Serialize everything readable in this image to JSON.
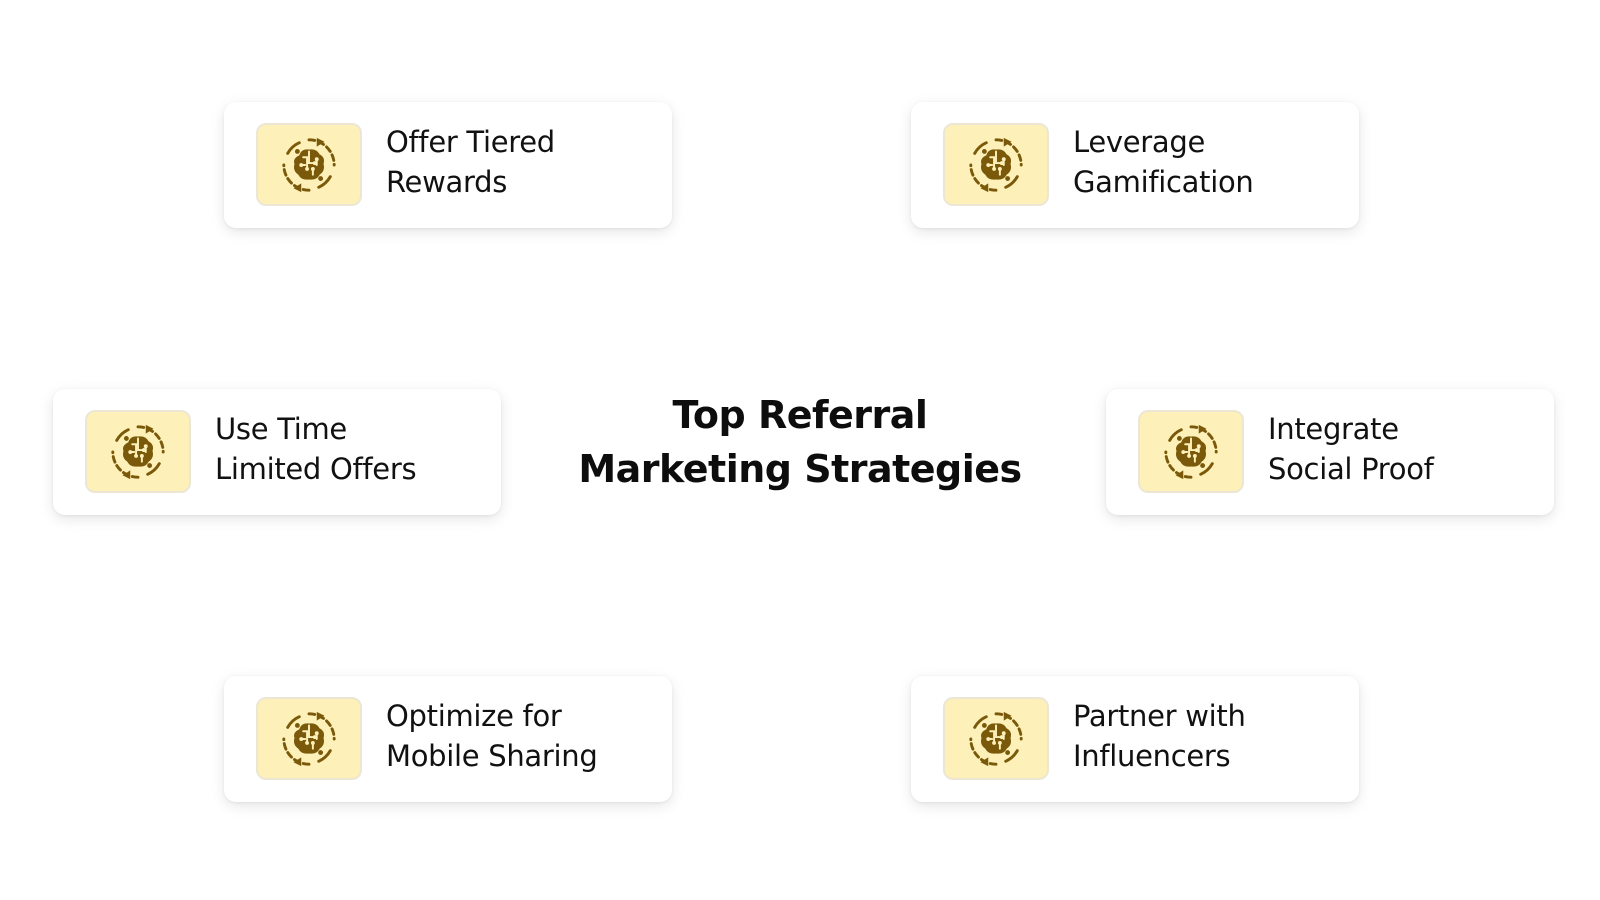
{
  "diagram": {
    "title_lines": [
      "Top Referral",
      "Marketing Strategies"
    ],
    "accent_color": "#fdf0b8",
    "icon_color": "#7a5a0a",
    "icon_name": "circuit-brain-refresh-icon",
    "cards": [
      {
        "lines": [
          "Offer Tiered",
          "Rewards"
        ]
      },
      {
        "lines": [
          "Leverage",
          "Gamification"
        ]
      },
      {
        "lines": [
          "Use Time",
          "Limited Offers"
        ]
      },
      {
        "lines": [
          "Integrate",
          "Social Proof"
        ]
      },
      {
        "lines": [
          "Optimize for",
          "Mobile Sharing"
        ]
      },
      {
        "lines": [
          "Partner with",
          "Influencers"
        ]
      }
    ]
  }
}
